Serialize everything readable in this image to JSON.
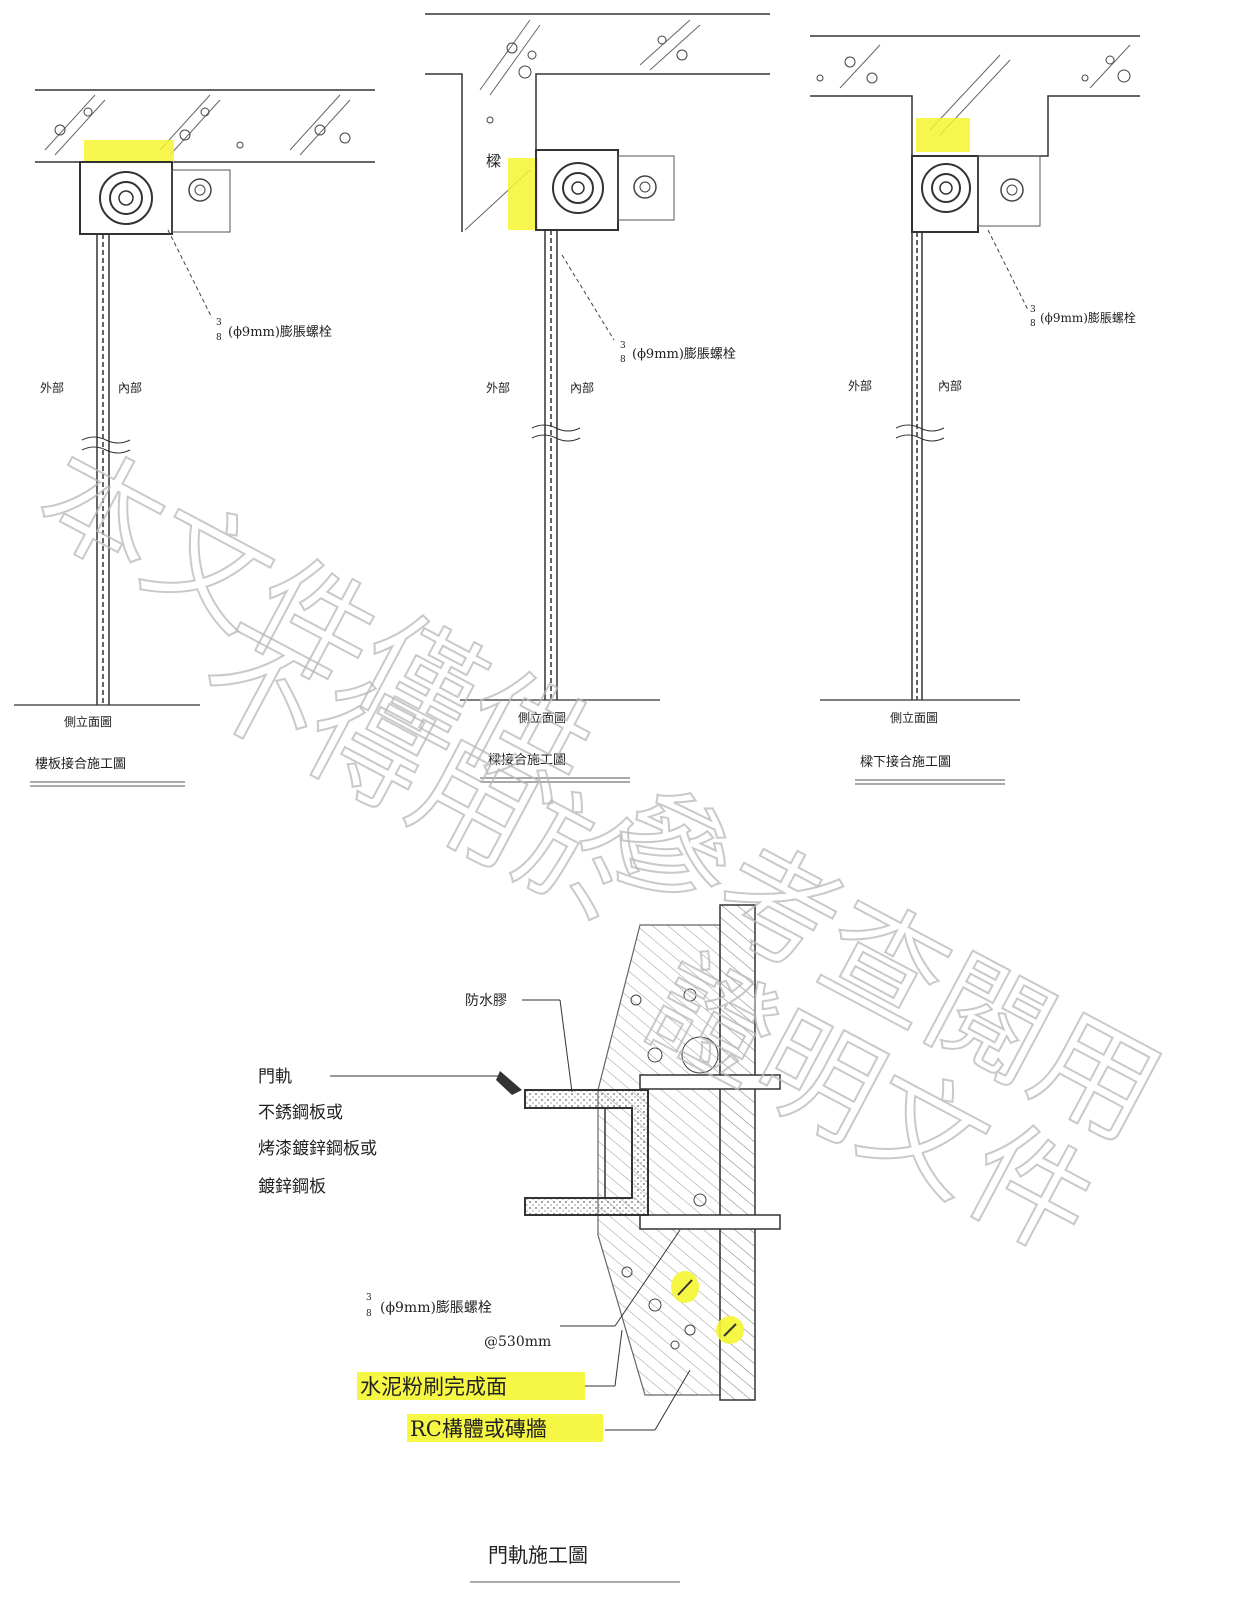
{
  "diagrams": [
    {
      "bolt_note": "(ϕ9mm)膨脹螺栓",
      "bolt_fraction_num": "3",
      "bolt_fraction_den": "8",
      "outside_label": "外部",
      "inside_label": "內部",
      "section_label": "側立面圖",
      "caption": "樓板接合施工圖"
    },
    {
      "side_label": "樑",
      "bolt_note": "(ϕ9mm)膨脹螺栓",
      "bolt_fraction_num": "3",
      "bolt_fraction_den": "8",
      "outside_label": "外部",
      "inside_label": "內部",
      "section_label": "側立面圖",
      "caption": "樑接合施工圖"
    },
    {
      "bolt_note": "(ϕ9mm)膨脹螺栓",
      "bolt_fraction_num": "3",
      "bolt_fraction_den": "8",
      "outside_label": "外部",
      "inside_label": "內部",
      "section_label": "側立面圖",
      "caption": "樑下接合施工圖"
    }
  ],
  "rail_detail": {
    "waterproof_label": "防水膠",
    "rail_label_lines": [
      "門軌",
      "不銹鋼板或",
      "烤漆鍍鋅鋼板或",
      "鍍鋅鋼板"
    ],
    "bolt_note": "(ϕ9mm)膨脹螺栓",
    "bolt_fraction_num": "3",
    "bolt_fraction_den": "8",
    "bolt_spacing": "@530mm",
    "mortar_label": "水泥粉刷完成面",
    "wall_label": "RC構體或磚牆",
    "caption": "門軌施工圖"
  },
  "watermark_lines": [
    "本文件僅供",
    "不得用於",
    "參考查閱用",
    "證明文件"
  ],
  "colors": {
    "highlight": "#f5f530",
    "line": "#333333",
    "hatch": "#666666",
    "watermark": "#b8b8b8"
  }
}
